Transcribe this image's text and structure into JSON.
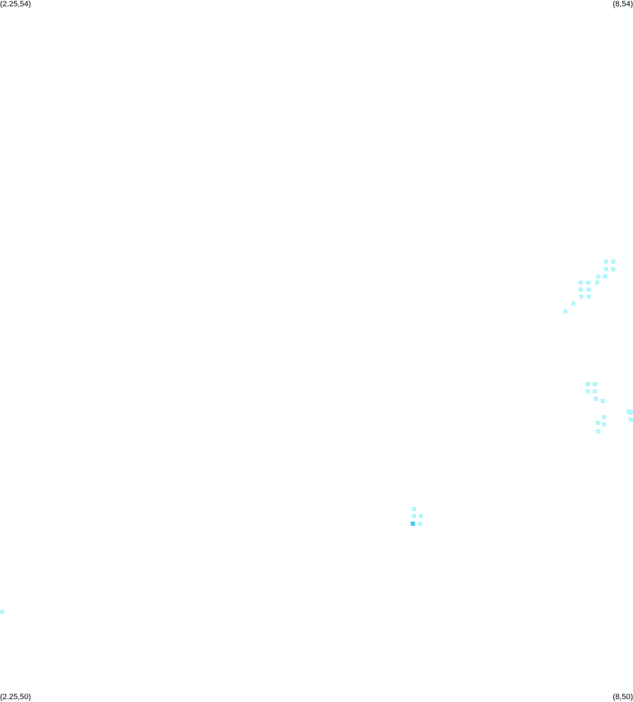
{
  "chart_data": {
    "type": "heatmap",
    "title": "",
    "xlabel": "",
    "ylabel": "",
    "xlim": [
      2.25,
      8
    ],
    "ylim": [
      50,
      54
    ],
    "grid": false,
    "corner_labels": {
      "top_left": "(2.25,54)",
      "top_right": "(8,54)",
      "bottom_left": "(2.25,50)",
      "bottom_right": "(8,50)"
    },
    "colors": {
      "low": "#b3f6fb",
      "high": "#4dc4ee",
      "background": "#ffffff"
    },
    "points": [
      {
        "x": 7.386,
        "y": 52.226,
        "level": "low"
      },
      {
        "x": 7.458,
        "y": 52.27,
        "level": "low"
      },
      {
        "x": 7.531,
        "y": 52.31,
        "level": "low"
      },
      {
        "x": 7.599,
        "y": 52.31,
        "level": "low"
      },
      {
        "x": 7.526,
        "y": 52.35,
        "level": "low"
      },
      {
        "x": 7.599,
        "y": 52.35,
        "level": "low"
      },
      {
        "x": 7.525,
        "y": 52.39,
        "level": "low"
      },
      {
        "x": 7.594,
        "y": 52.39,
        "level": "low"
      },
      {
        "x": 7.674,
        "y": 52.39,
        "level": "low"
      },
      {
        "x": 7.685,
        "y": 52.424,
        "level": "low"
      },
      {
        "x": 7.747,
        "y": 52.424,
        "level": "low"
      },
      {
        "x": 7.755,
        "y": 52.466,
        "level": "low"
      },
      {
        "x": 7.82,
        "y": 52.466,
        "level": "low"
      },
      {
        "x": 7.755,
        "y": 52.51,
        "level": "low"
      },
      {
        "x": 7.82,
        "y": 52.51,
        "level": "low"
      },
      {
        "x": 7.588,
        "y": 51.811,
        "level": "low"
      },
      {
        "x": 7.653,
        "y": 51.811,
        "level": "low"
      },
      {
        "x": 7.588,
        "y": 51.771,
        "level": "low"
      },
      {
        "x": 7.653,
        "y": 51.771,
        "level": "low"
      },
      {
        "x": 7.663,
        "y": 51.727,
        "level": "low"
      },
      {
        "x": 7.725,
        "y": 51.715,
        "level": "low"
      },
      {
        "x": 7.961,
        "y": 51.655,
        "level": "low"
      },
      {
        "x": 8.02,
        "y": 51.65,
        "level": "high"
      },
      {
        "x": 8.084,
        "y": 51.65,
        "level": "low"
      },
      {
        "x": 8.009,
        "y": 51.61,
        "level": "low"
      },
      {
        "x": 7.737,
        "y": 51.623,
        "level": "low"
      },
      {
        "x": 7.68,
        "y": 51.59,
        "level": "low"
      },
      {
        "x": 7.737,
        "y": 51.582,
        "level": "low"
      },
      {
        "x": 7.683,
        "y": 51.542,
        "level": "low"
      },
      {
        "x": 6.01,
        "y": 51.1,
        "level": "low"
      },
      {
        "x": 6.01,
        "y": 51.06,
        "level": "low"
      },
      {
        "x": 6.073,
        "y": 51.06,
        "level": "low"
      },
      {
        "x": 6.0,
        "y": 51.016,
        "level": "high"
      },
      {
        "x": 6.066,
        "y": 51.016,
        "level": "low"
      },
      {
        "x": 2.27,
        "y": 50.514,
        "level": "low"
      }
    ]
  }
}
